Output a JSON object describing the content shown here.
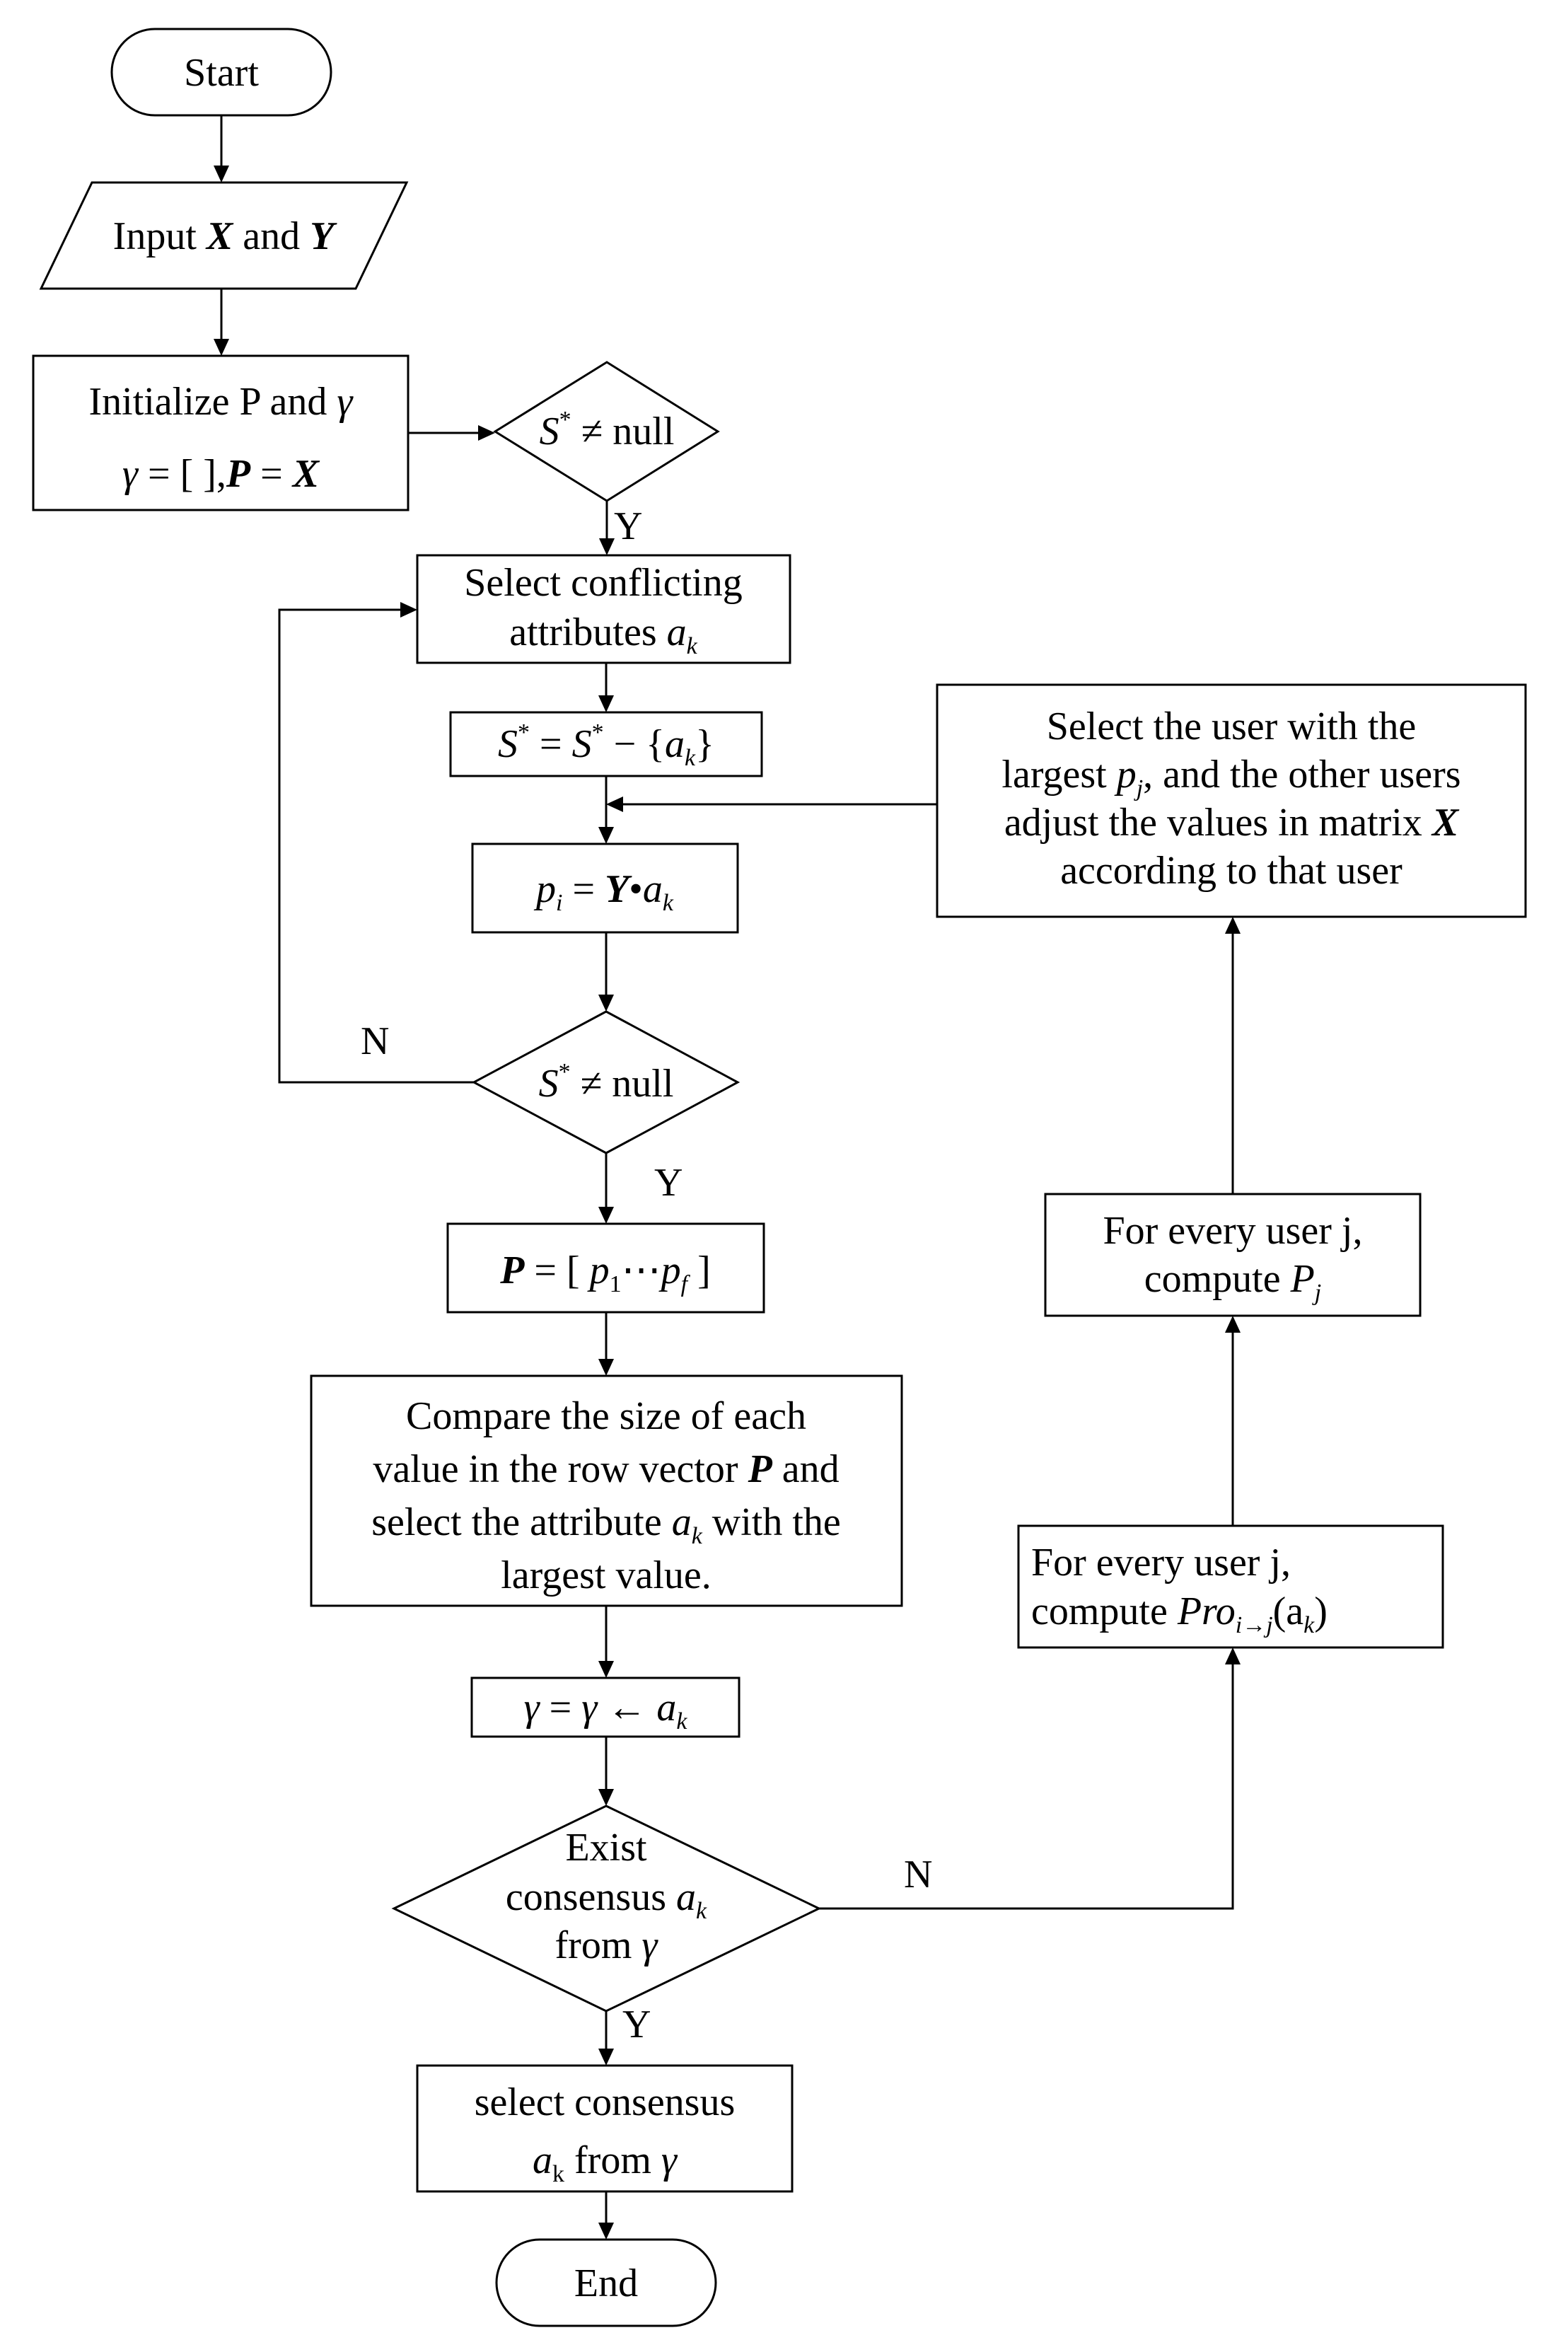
{
  "nodes": {
    "start": {
      "label": "Start"
    },
    "input": {
      "word_input": "Input",
      "x": "X",
      "and": "and",
      "y": "Y"
    },
    "init": {
      "line1": "Initialize P and",
      "gamma": "γ",
      "eq": "= [ ],",
      "p": "P",
      "eq2": "=",
      "x": "X"
    },
    "dec1": {
      "s": "S",
      "star": "*",
      "rest": "≠ null"
    },
    "select_attr": {
      "line1": "Select conflicting",
      "line2": "attributes",
      "a": "a",
      "k": "k"
    },
    "s_update": {
      "s": "S",
      "star": "*",
      "eq": "=",
      "s2": "S",
      "star2": "*",
      "minus": "− {",
      "a": "a",
      "k": "k",
      "close": "}"
    },
    "p_i": {
      "p": "p",
      "i": "i",
      "eq": "=",
      "y": "Y",
      "dot": "•",
      "a": "a",
      "k": "k"
    },
    "dec2": {
      "s": "S",
      "star": "*",
      "rest": "≠ null"
    },
    "p_vec": {
      "p": "P",
      "eq": "=",
      "open": "[",
      "p1": "p",
      "sub1": "1",
      "dots": "⋯",
      "pf": "p",
      "subf": "f",
      "close": "]"
    },
    "compare": {
      "line1": "Compare the size of each",
      "line2a": "value in the row vector",
      "line2p": "P",
      "line2b": "and",
      "line3a": "select the attribute",
      "line3a_k": "a",
      "line3k": "k",
      "line3b": "with the",
      "line4": "largest value."
    },
    "gamma_update": {
      "g": "γ",
      "eq": "=",
      "g2": "γ",
      "arrow": "←",
      "a": "a",
      "k": "k"
    },
    "dec3": {
      "line1": "Exist",
      "line2": "consensus",
      "a": "a",
      "k": "k",
      "line3": "from",
      "gamma": "γ"
    },
    "select_consensus": {
      "line1": "select consensus",
      "a": "a",
      "k": "k",
      "from": "from",
      "gamma": "γ"
    },
    "end": {
      "label": "End"
    },
    "select_user": {
      "line1": "Select the user with the",
      "line2a": "largest",
      "p": "p",
      "j": "j",
      "line2b": ", and the other users",
      "line3": "adjust the values in matrix",
      "x": "X",
      "line4": "according to that user"
    },
    "compute_pj": {
      "line1": "For every user j,",
      "line2": "compute",
      "p": "P",
      "j": "j"
    },
    "compute_pro": {
      "line1": "For every user j,",
      "line2": "compute",
      "pro": "Pro",
      "sub": "i→j",
      "a": "(a",
      "k": "k",
      "close": ")"
    }
  },
  "edge_labels": {
    "y1": "Y",
    "n1": "N",
    "y2": "Y",
    "n2": "N",
    "y3": "Y"
  }
}
